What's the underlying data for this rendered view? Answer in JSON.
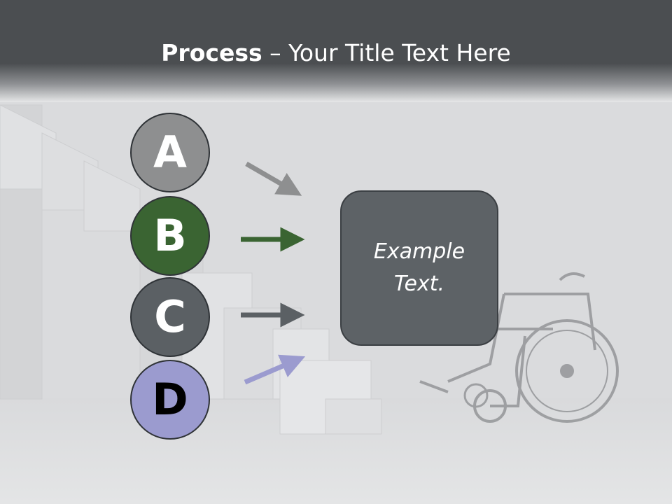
{
  "title": {
    "bold": "Process",
    "regular": " – Your Title Text Here"
  },
  "steps": [
    {
      "letter": "A",
      "fill": "#8e8f90",
      "text_color": "#ffffff",
      "arrow_color": "#8e8f90"
    },
    {
      "letter": "B",
      "fill": "#3a6432",
      "text_color": "#ffffff",
      "arrow_color": "#3a6432"
    },
    {
      "letter": "C",
      "fill": "#5b6064",
      "text_color": "#ffffff",
      "arrow_color": "#5b6064"
    },
    {
      "letter": "D",
      "fill": "#9b9bcf",
      "text_color": "#000000",
      "arrow_color": "#9b9bcf"
    }
  ],
  "content_box": {
    "text": "Example Text."
  },
  "background": {
    "image": "staircase-and-wheelchair"
  }
}
